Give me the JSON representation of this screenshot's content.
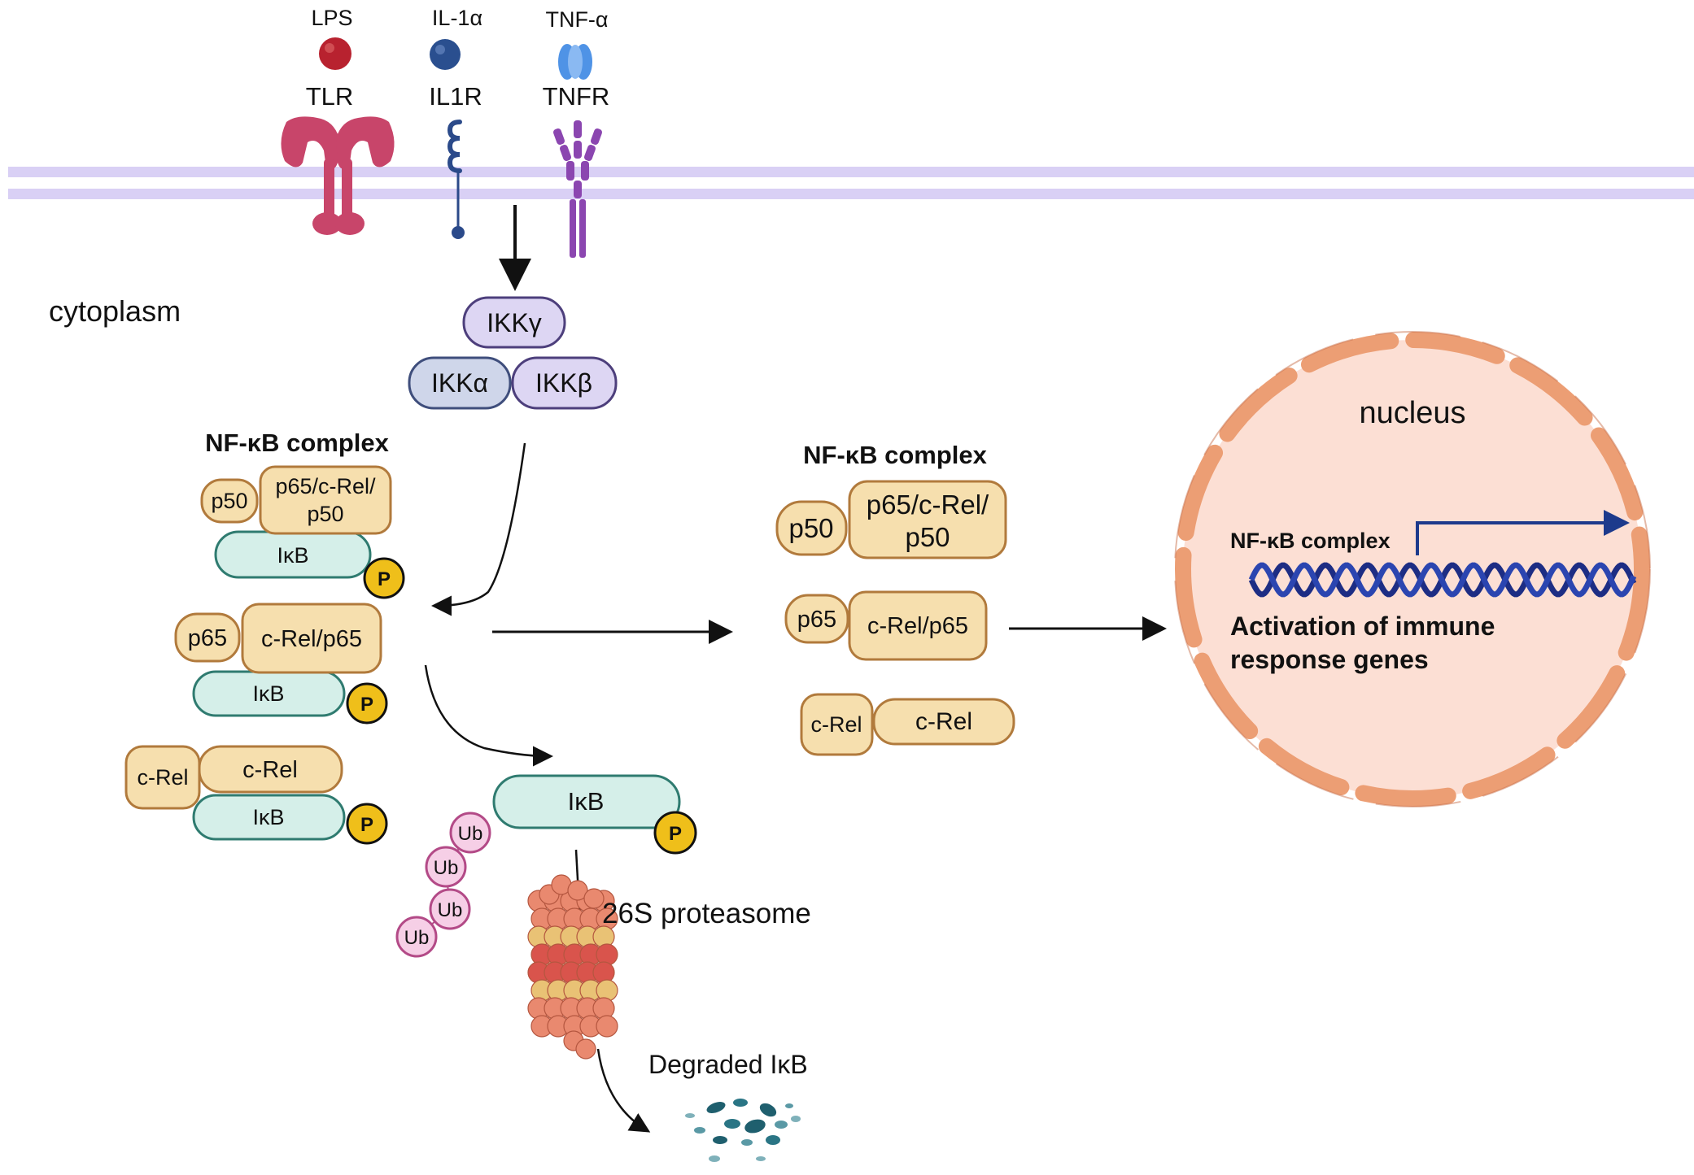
{
  "ligands": {
    "lps": "LPS",
    "il1a": "IL-1α",
    "tnfa": "TNF-α"
  },
  "receptors": {
    "tlr": "TLR",
    "il1r": "IL1R",
    "tnfr": "TNFR"
  },
  "compartments": {
    "cytoplasm": "cytoplasm",
    "nucleus": "nucleus"
  },
  "ikk": {
    "gamma": "IKKγ",
    "alpha": "IKKα",
    "beta": "IKKβ"
  },
  "left_complex": {
    "title": "NF-κB complex",
    "rows": [
      {
        "small": "p50",
        "large_line1": "p65/c-Rel/",
        "large_line2": "p50",
        "ikb": "IκB",
        "p": "P"
      },
      {
        "small": "p65",
        "large": "c-Rel/p65",
        "ikb": "IκB",
        "p": "P"
      },
      {
        "small": "c-Rel",
        "large": "c-Rel",
        "ikb": "IκB",
        "p": "P"
      }
    ]
  },
  "ubiquitin": [
    "Ub",
    "Ub",
    "Ub",
    "Ub"
  ],
  "freed_ikb": {
    "label": "IκB",
    "p": "P"
  },
  "proteasome": {
    "label": "26S proteasome"
  },
  "degraded": {
    "label": "Degraded IκB"
  },
  "middle_complex": {
    "title": "NF-κB complex",
    "rows": [
      {
        "small": "p50",
        "large_line1": "p65/c-Rel/",
        "large_line2": "p50"
      },
      {
        "small": "p65",
        "large": "c-Rel/p65"
      },
      {
        "small": "c-Rel",
        "large": "c-Rel"
      }
    ]
  },
  "nucleus_content": {
    "complex_label": "NF-κB complex",
    "activation_line1": "Activation of immune",
    "activation_line2": "response genes"
  },
  "colors": {
    "membrane": "#d9d0f5",
    "tlr": "#c8456a",
    "il1r": "#2b4a8a",
    "tnfr": "#8b46b0",
    "lps": "#b8222f",
    "il1a": "#2a4f8f",
    "tnfa": "#4f93e6",
    "ikk_alpha": "#cfd6ea",
    "ikk_gamma_beta": "#ddd6f3",
    "nfkb_fill": "#f6dfae",
    "nfkb_stroke": "#b17a3c",
    "ikb_fill": "#d5efe9",
    "ikb_stroke": "#2f7b70",
    "phospho": "#efbf1a",
    "ub_fill": "#f6cfe6",
    "ub_stroke": "#b34a87",
    "nucleus_fill": "#fcdfd4",
    "nucleus_envelope": "#ec9e74",
    "dna": "#1d2d84"
  }
}
